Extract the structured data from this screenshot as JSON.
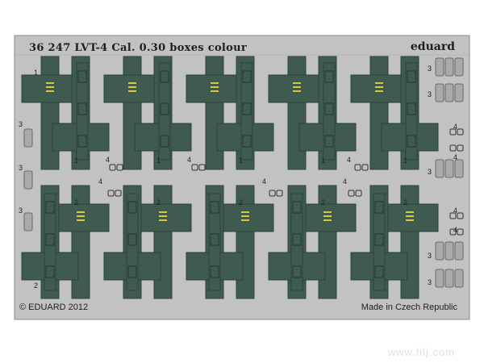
{
  "header": {
    "title": "36 247 LVT-4 Cal. 0.30 boxes colour",
    "brand": "eduard"
  },
  "footer": {
    "copyright": "© EDUARD 2012",
    "origin": "Made in Czech Republic"
  },
  "watermark": {
    "url": "www.hlj.com"
  },
  "part_numbers": [
    "1",
    "2",
    "3",
    "4"
  ],
  "colors": {
    "fret_metal": "#c2c2c2",
    "part_green": "#3f5a4e",
    "part_green_dark": "#2c4439",
    "yellow_markings": "#d9c93c"
  }
}
